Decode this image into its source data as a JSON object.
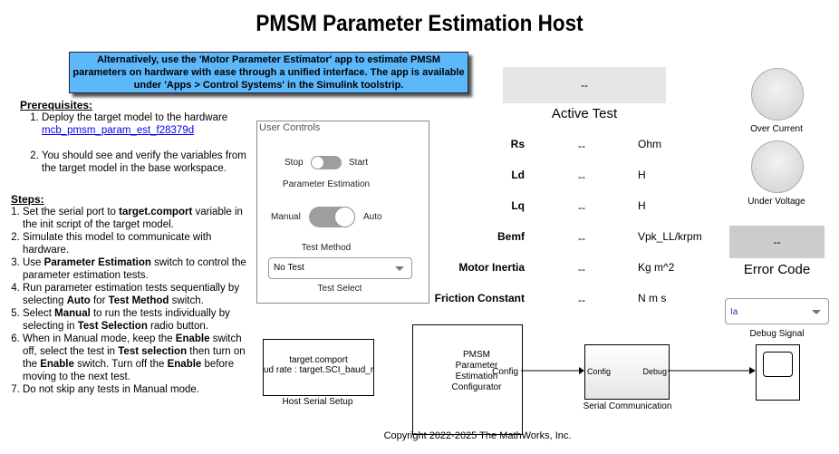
{
  "title": "PMSM Parameter Estimation Host",
  "banner": "Alternatively, use the 'Motor Parameter Estimator' app to estimate PMSM parameters on hardware with ease through a unified interface. The app is available under 'Apps > Control Systems' in the Simulink toolstrip.",
  "prereq": {
    "heading": "Prerequisites:",
    "item1": "Deploy the target model to the hardware",
    "link": "mcb_pmsm_param_est_f28379d",
    "item2": "You should see and verify the variables from the target model in the base workspace."
  },
  "steps": {
    "heading": "Steps:",
    "s1a": "Set the serial port to ",
    "s1b": "target.comport",
    "s1c": " variable in the init script of the target model.",
    "s2": "Simulate this model to communicate with hardware.",
    "s3a": "Use ",
    "s3b": "Parameter Estimation",
    "s3c": " switch to control the parameter estimation tests.",
    "s4a": "Run parameter estimation tests sequentially by selecting ",
    "s4b": "Auto",
    "s4c": " for ",
    "s4d": "Test Method",
    "s4e": " switch.",
    "s5a": "Select ",
    "s5b": "Manual",
    "s5c": " to run the tests individually by selecting in ",
    "s5d": "Test Selection",
    "s5e": " radio button.",
    "s6a": "When in Manual mode, keep the ",
    "s6b": "Enable",
    "s6c": " switch off, select the test in ",
    "s6d": "Test selection",
    "s6e": " then turn on the ",
    "s6f": "Enable",
    "s6g": " switch. Turn off the ",
    "s6h": "Enable",
    "s6i": " before moving to the next test.",
    "s7": "Do not skip any tests in Manual mode."
  },
  "controls": {
    "title": "User Controls",
    "stop": "Stop",
    "start": "Start",
    "pe_label": "Parameter Estimation",
    "manual": "Manual",
    "auto": "Auto",
    "tm_label": "Test Method",
    "test_select_value": "No Test",
    "ts_label": "Test Select"
  },
  "active_test": {
    "value": "--",
    "label": "Active Test"
  },
  "params": [
    {
      "name": "Rs",
      "value": "--",
      "unit": "Ohm"
    },
    {
      "name": "Ld",
      "value": "--",
      "unit": "H"
    },
    {
      "name": "Lq",
      "value": "--",
      "unit": "H"
    },
    {
      "name": "Bemf",
      "value": "--",
      "unit": "Vpk_LL/krpm"
    },
    {
      "name": "Motor Inertia",
      "value": "--",
      "unit": "Kg m^2"
    },
    {
      "name": "Friction Constant",
      "value": "--",
      "unit": "N m s"
    }
  ],
  "lamps": {
    "over_current": "Over Current",
    "under_voltage": "Under Voltage"
  },
  "error": {
    "value": "--",
    "label": "Error Code"
  },
  "debug": {
    "value": "Ia",
    "label": "Debug Signal"
  },
  "blocks": {
    "host_line1": "target.comport",
    "host_line2": "ud rate : target.SCI_baud_r",
    "host_label": "Host Serial Setup",
    "cfg_text": "PMSM Parameter Estimation Configurator",
    "cfg_port": "Config",
    "ser_in": "Config",
    "ser_out": "Debug",
    "ser_label": "Serial Communication"
  },
  "copyright": "Copyright 2022-2025 The MathWorks, Inc."
}
